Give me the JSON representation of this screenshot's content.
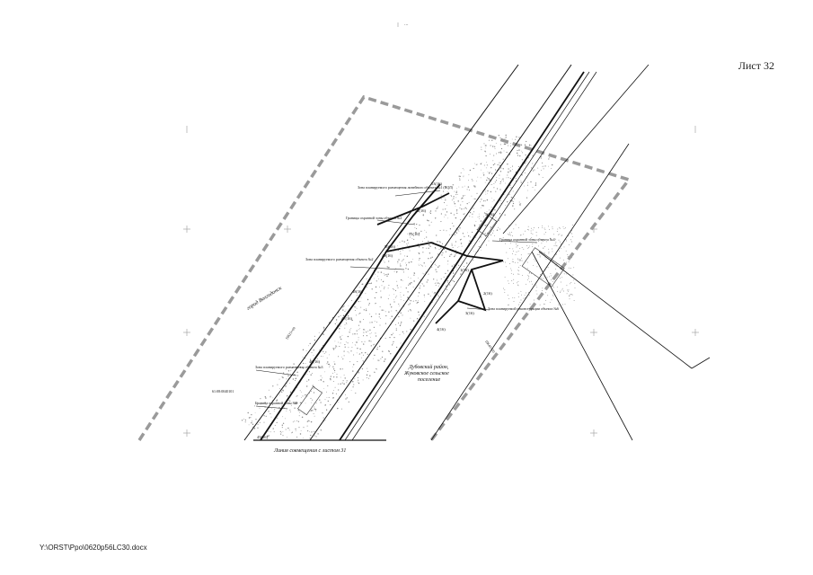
{
  "sheet": {
    "number_label": "Лист 32",
    "file_path": "Y:\\ORST\\Ppo\\0620p56LC30.docx",
    "top_mark": "..."
  },
  "map": {
    "match_line_label": "Линия совмещения с листом 31",
    "place_labels": {
      "city": "город Волгодонск",
      "district": "Дубовский район,\nЖуковское сельское\nпоселение"
    },
    "zone_labels": [
      "Зона планируемого размещения линейного объекта №1 (ВОЛ)",
      "Границы охранной зоны объекта №1",
      "Зона планируемого размещения объекта №2",
      "Зона планируемого размещения объекта №3",
      "Граница охранной зоны объекта №4",
      "Граница охранной зоны №5",
      "Зона планируемой реконструкции объекта №6"
    ],
    "point_labels": [
      "45(16)",
      "46(16)",
      "47(16)",
      "48(16)",
      "49(16)",
      "50(16)",
      "51(16)",
      "52(16)",
      "53(16)",
      "1(16)",
      "2(16)",
      "3(16)",
      "4(16)",
      "5(16)"
    ],
    "misc_labels": [
      "ПК25+00",
      "ПК40+00",
      "61:08:0040101"
    ],
    "colors": {
      "ink": "#111111",
      "boundary_dashed": "#9a9a9a",
      "survey_dots": "#8a8a8a"
    }
  }
}
